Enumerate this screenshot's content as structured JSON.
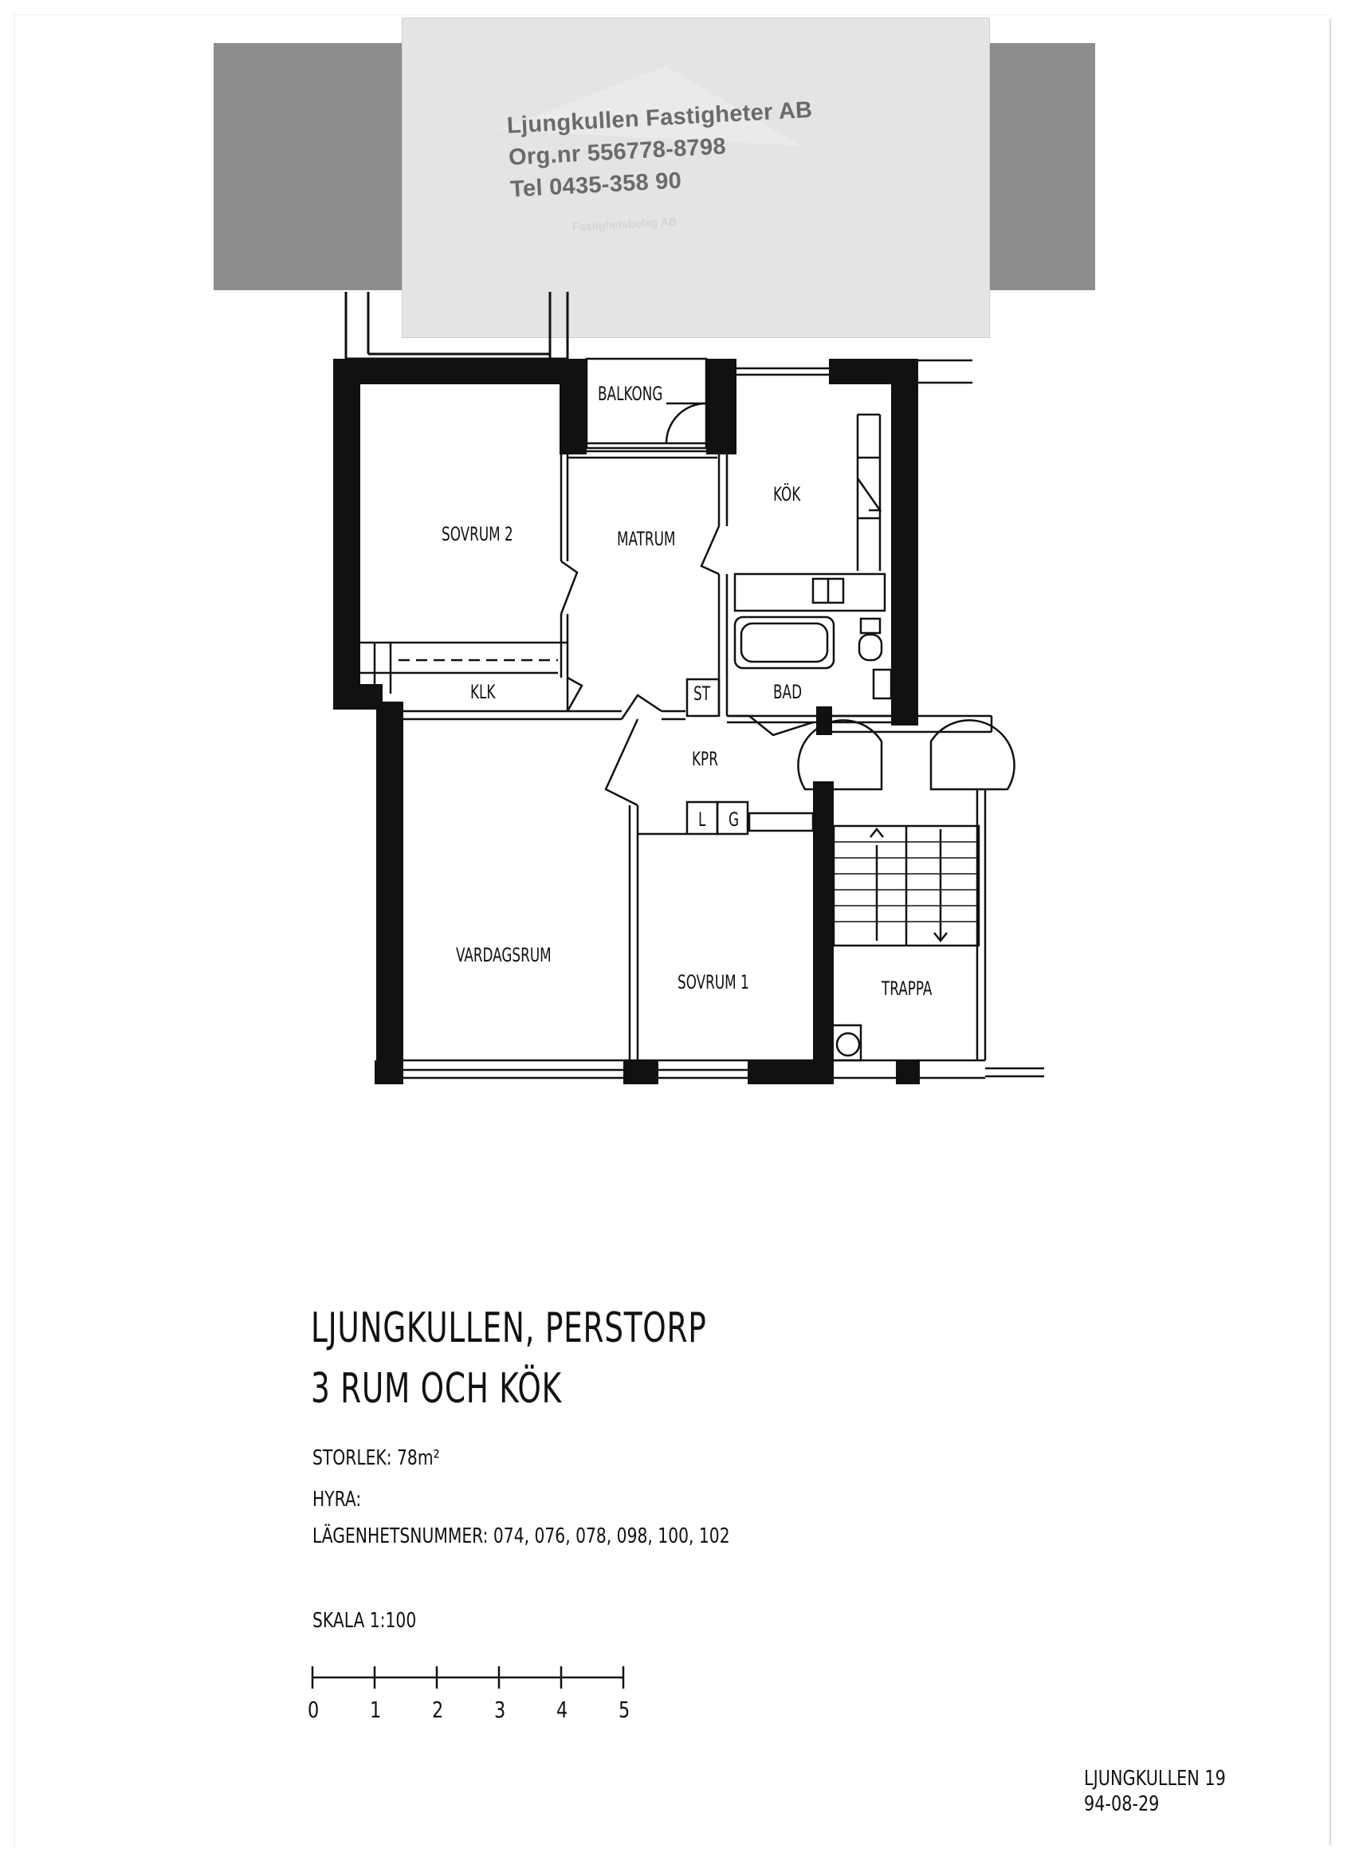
{
  "stamp": {
    "company": "Ljungkullen Fastigheter AB",
    "org_nr": "Org.nr 556778-8798",
    "tel": "Tel 0435-358 90",
    "faint_text": "Fastighetsbolag AB"
  },
  "rooms": {
    "balkong": "BALKONG",
    "sovrum2": "SOVRUM 2",
    "matrum": "MATRUM",
    "kok": "KÖK",
    "klk": "KLK",
    "st": "ST",
    "bad": "BAD",
    "kpr": "KPR",
    "l": "L",
    "g": "G",
    "vardagsrum": "VARDAGSRUM",
    "sovrum1": "SOVRUM 1",
    "trappa": "TRAPPA"
  },
  "title": {
    "line1": "LJUNGKULLEN, PERSTORP",
    "line2": "3 RUM OCH KÖK"
  },
  "info": {
    "storlek_label": "STORLEK:",
    "storlek_value": "78",
    "storlek_unit": "m²",
    "hyra_label": "HYRA:",
    "lagenhet_label": "LÄGENHETSNUMMER:",
    "lagenhet_values": "074, 076, 078, 098, 100, 102",
    "skala_label": "SKALA",
    "skala_value": "1:100"
  },
  "scale_bar": [
    "0",
    "1",
    "2",
    "3",
    "4",
    "5"
  ],
  "reference": {
    "name": "LJUNGKULLEN 19",
    "date": "94-08-29"
  }
}
